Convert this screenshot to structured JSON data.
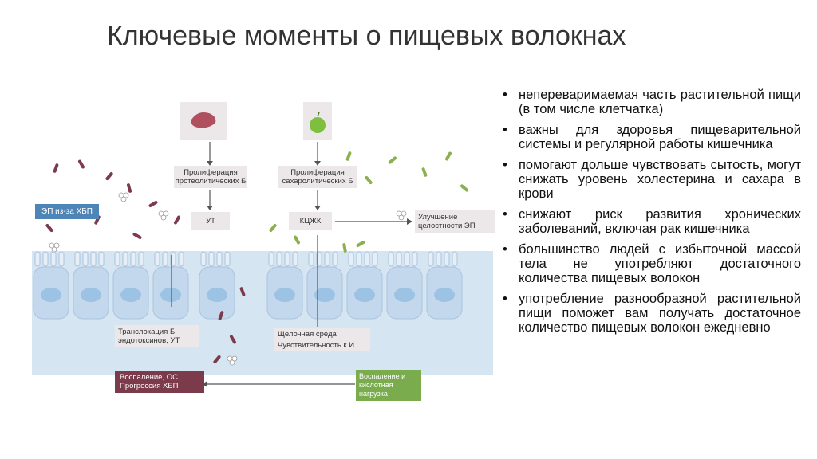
{
  "title": "Ключевые моменты о пищевых волокнах",
  "diagram": {
    "meat_icon": "meat-icon",
    "apple_icon": "apple-icon",
    "ep_hbp": "ЭП из-за ХБП",
    "prolif_prot": "Пролиферация протеолитических Б",
    "ut": "УТ",
    "prolif_sach": "Пролиферация сахаролитических Б",
    "kczk": "КЦЖК",
    "improve_ep": "Улучшение целостности ЭП",
    "translocation": "Транслокация Б, эндотоксинов, УТ",
    "alkaline": "Щелочная среда",
    "insulin": "Чувствительность к И",
    "inflammation_os": "Воспаление, ОС Прогрессия ХБП",
    "inflammation_acid": "Воспаление и кислотная нагрузка",
    "colors": {
      "cell": "#cfe0ef",
      "nucleus": "#9cc3e3",
      "bacteria_dark": "#7b3b4b",
      "bacteria_green": "#8bb050",
      "blue_box": "#4d85b8",
      "red_x": "#d9382d"
    }
  },
  "bullets": [
    "непереваримаемая часть растительной пищи (в том числе клетчатка)",
    "важны для здоровья пищеварительной системы и регулярной работы кишечника",
    "помогают дольше чувствовать сытость, могут снижать уровень холестерина и сахара в крови",
    "снижают риск развития хронических заболеваний, включая рак кишечника",
    "большинство людей с избыточной массой тела не употребляют достаточного количества пищевых волокон",
    "употребление разнообразной растительной пищи поможет вам получать достаточное количество пищевых волокон ежедневно"
  ]
}
